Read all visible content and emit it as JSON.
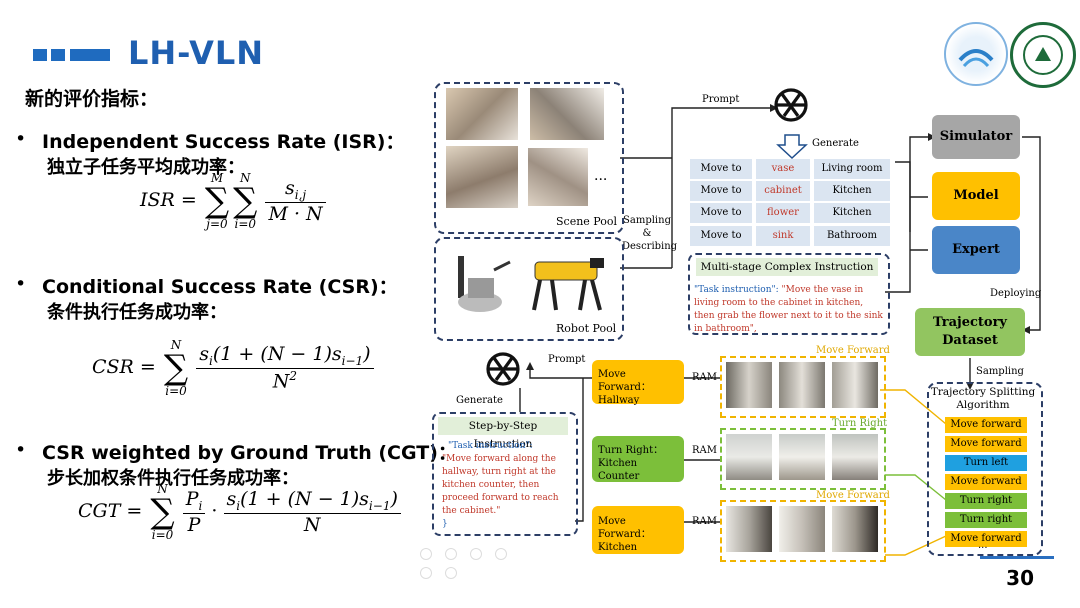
{
  "header": {
    "title": "LH-VLN",
    "subtitle": "新的评价指标："
  },
  "metrics": [
    {
      "name": "Independent Success Rate (ISR)：",
      "cn": "独立子任务平均成功率："
    },
    {
      "name": "Conditional Success Rate (CSR)：",
      "cn": "条件执行任务成功率："
    },
    {
      "name": "CSR weighted by Ground Truth (CGT)：",
      "cn": "步长加权条件执行任务成功率："
    }
  ],
  "formulas": {
    "isr_lhs": "ISR =",
    "isr_upper1": "M",
    "isr_lower1": "j=0",
    "isr_upper2": "N",
    "isr_lower2": "i=0",
    "isr_num": "s",
    "isr_num_sub": "i,j",
    "isr_den": "M · N",
    "csr_lhs": "CSR =",
    "csr_upper": "N",
    "csr_lower": "i=0",
    "csr_num": "s",
    "csr_num_sub": "i",
    "csr_num_mid": "(1 + (N − 1)s",
    "csr_num_sub2": "i−1",
    "csr_num_end": ")",
    "csr_den": "N",
    "csr_den_sup": "2",
    "cgt_lhs": "CGT =",
    "cgt_upper": "N",
    "cgt_lower": "i=0",
    "cgt_p_num": "P",
    "cgt_p_sub": "i",
    "cgt_p_den": "P",
    "cgt_num": "s",
    "cgt_num_sub": "i",
    "cgt_num_mid": "(1 + (N − 1)s",
    "cgt_num_sub2": "i−1",
    "cgt_num_end": ")",
    "cgt_den": "N"
  },
  "page_number": "30",
  "diagram": {
    "scene_pool": "Scene Pool",
    "robot_pool": "Robot Pool",
    "ellipsis": "...",
    "sampling_describing": [
      "Sampling",
      "&",
      "Describing"
    ],
    "prompt_top": "Prompt",
    "generate_top": "Generate",
    "table": [
      [
        "Move to",
        "vase",
        "Living room"
      ],
      [
        "Move to",
        "cabinet",
        "Kitchen"
      ],
      [
        "Move to",
        "flower",
        "Kitchen"
      ],
      [
        "Move to",
        "sink",
        "Bathroom"
      ]
    ],
    "multi_stage_title": "Multi-stage Complex Instruction",
    "multi_stage_key": "\"Task instruction\": ",
    "multi_stage_text": "\"Move the vase in living room to the cabinet in kitchen, then grab the flower next to it to the sink in bathroom\",",
    "simulator": "Simulator",
    "model": "Model",
    "expert": "Expert",
    "deploying": "Deploying",
    "trajectory_dataset": "Trajectory Dataset",
    "sampling": "Sampling",
    "splitting_title": "Trajectory Splitting Algorithm",
    "steps": [
      "Move forward",
      "Move forward",
      "Turn left",
      "Move forward",
      "Turn right",
      "Turn right",
      "Move forward"
    ],
    "steps_ellipsis": "...",
    "rows": [
      {
        "label": "Move Forward：Hallway",
        "tag": "Move Forward",
        "ram": "RAM"
      },
      {
        "label": "Turn Right：Kitchen Counter",
        "tag": "Turn Right",
        "ram": "RAM"
      },
      {
        "label": "Move Forward：Kitchen",
        "tag": "Move Forward",
        "ram": "RAM"
      }
    ],
    "prompt_bottom": "Prompt",
    "generate_bottom": "Generate",
    "step_title": "Step-by-Step Instruction",
    "step_key": "\"Task instruction\": ",
    "step_text": "\"Move forward along the hallway, turn right at the kitchen counter, then proceed forward to reach the cabinet.\"",
    "step_close": "}"
  },
  "colors": {
    "accent_blue": "#1f5fb0",
    "simulator_gray": "#a6a6a6",
    "model_yellow": "#ffc000",
    "expert_blue": "#4a86c8",
    "dataset_green": "#92c560",
    "red_text": "#c0392b"
  }
}
